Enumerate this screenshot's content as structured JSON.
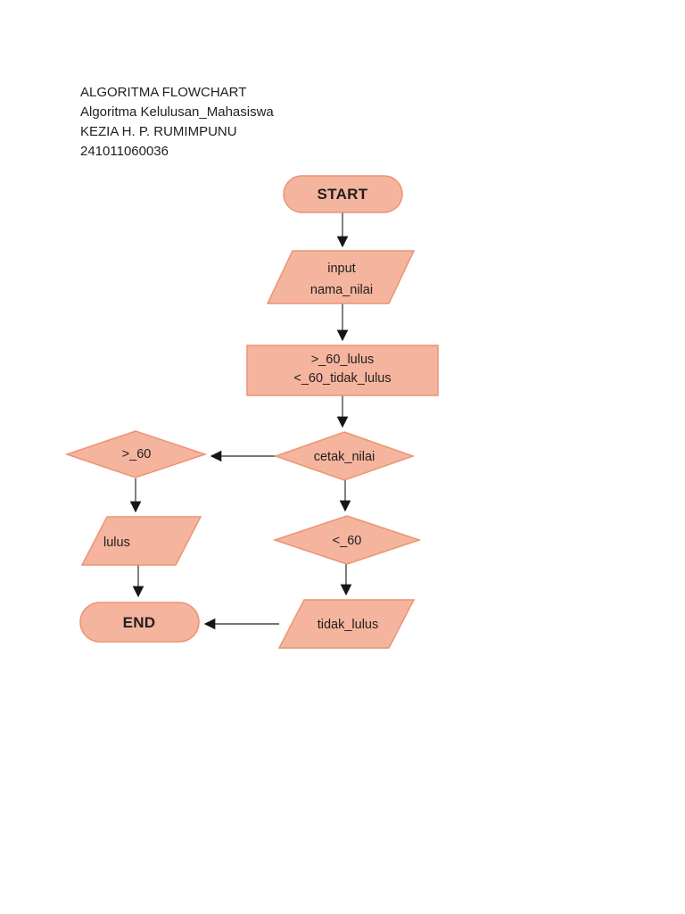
{
  "header": {
    "lines": [
      "ALGORITMA FLOWCHART",
      "Algoritma Kelulusan_Mahasiswa",
      "KEZIA H. P. RUMIMPUNU",
      "241011060036"
    ]
  },
  "colors": {
    "page_background": "#ffffff",
    "shape_fill": "#F5B49D",
    "shape_stroke": "#EC9474",
    "connector": "#4a4a4a",
    "text": "#1f1f1f"
  },
  "flowchart": {
    "start": {
      "type": "terminator",
      "label": "START"
    },
    "input": {
      "type": "input-output",
      "line1": "input",
      "line2": "nama_nilai"
    },
    "process": {
      "type": "process",
      "line1": ">_60_lulus",
      "line2": "<_60_tidak_lulus"
    },
    "decision_cetak": {
      "type": "decision",
      "label": "cetak_nilai"
    },
    "decision_gte60": {
      "type": "decision",
      "label": ">_60"
    },
    "output_lulus": {
      "type": "input-output",
      "label": "lulus"
    },
    "decision_lt60": {
      "type": "decision",
      "label": "<_60"
    },
    "output_tidak_lulus": {
      "type": "input-output",
      "label": "tidak_lulus"
    },
    "end": {
      "type": "terminator",
      "label": "END"
    },
    "connections": [
      "start -> input",
      "input -> process",
      "process -> decision_cetak",
      "decision_cetak -> decision_gte60",
      "decision_cetak -> decision_lt60",
      "decision_gte60 -> output_lulus",
      "output_lulus -> end",
      "decision_lt60 -> output_tidak_lulus",
      "output_tidak_lulus -> end"
    ]
  }
}
